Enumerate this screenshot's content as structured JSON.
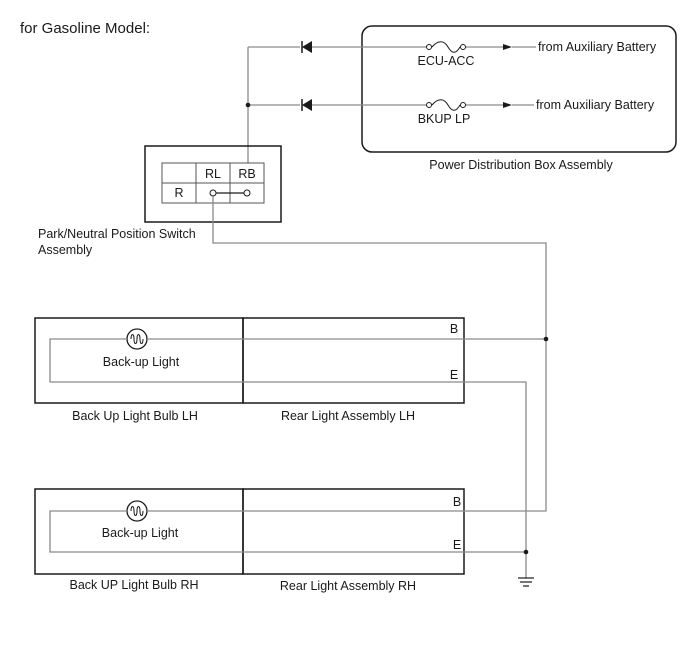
{
  "title": "for Gasoline Model:",
  "power_box": {
    "label": "Power Distribution Box Assembly",
    "fuses": [
      {
        "name": "ECU-ACC",
        "source": "from Auxiliary Battery"
      },
      {
        "name": "BKUP LP",
        "source": "from Auxiliary Battery"
      }
    ]
  },
  "switch": {
    "label_line1": "Park/Neutral Position Switch",
    "label_line2": "Assembly",
    "table": {
      "col1": "RL",
      "col2": "RB",
      "row": "R"
    }
  },
  "lights": [
    {
      "bulb_text": "Back-up Light",
      "bulb_label": "Back Up Light Bulb LH",
      "assembly_label": "Rear Light Assembly LH",
      "pin_b": "B",
      "pin_e": "E"
    },
    {
      "bulb_text": "Back-up Light",
      "bulb_label": "Back UP Light Bulb RH",
      "assembly_label": "Rear Light Assembly RH",
      "pin_b": "B",
      "pin_e": "E"
    }
  ]
}
